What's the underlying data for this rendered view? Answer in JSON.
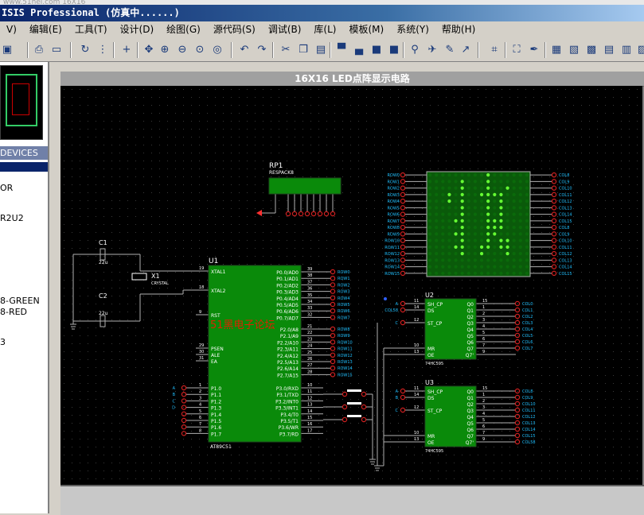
{
  "window": {
    "url_strip": "www.51hei.com 16X16",
    "title": "ISIS Professional (仿真中......)"
  },
  "menu": [
    {
      "label": "V)"
    },
    {
      "label": "编辑(E)"
    },
    {
      "label": "工具(T)"
    },
    {
      "label": "设计(D)"
    },
    {
      "label": "绘图(G)"
    },
    {
      "label": "源代码(S)"
    },
    {
      "label": "调试(B)"
    },
    {
      "label": "库(L)"
    },
    {
      "label": "模板(M)"
    },
    {
      "label": "系统(Y)"
    },
    {
      "label": "帮助(H)"
    }
  ],
  "devices_panel": {
    "header": "DEVICES",
    "items": [
      "OR",
      "R2U2",
      "8-GREEN",
      "8-RED",
      "3"
    ]
  },
  "canvas": {
    "title": "16X16 LED点阵显示电路",
    "watermark": "51黑电子论坛"
  },
  "schematic": {
    "rp1": {
      "ref": "RP1",
      "value": "RESPACK8"
    },
    "c1": {
      "ref": "C1",
      "value": "22u"
    },
    "c2": {
      "ref": "C2",
      "value": "22u"
    },
    "x1": {
      "ref": "X1",
      "value": "CRYSTAL"
    },
    "u1": {
      "ref": "U1",
      "part": "AT89C51",
      "left_pins": [
        {
          "num": "19",
          "name": "XTAL1"
        },
        {
          "num": "18",
          "name": "XTAL2"
        },
        {
          "num": "9",
          "name": "RST"
        },
        {
          "num": "29",
          "name": "PSEN"
        },
        {
          "num": "30",
          "name": "ALE"
        },
        {
          "num": "31",
          "name": "EA"
        }
      ],
      "p1_pins": [
        {
          "num": "1",
          "name": "P1.0",
          "net": "A"
        },
        {
          "num": "2",
          "name": "P1.1",
          "net": "B"
        },
        {
          "num": "3",
          "name": "P1.2",
          "net": "C"
        },
        {
          "num": "4",
          "name": "P1.3",
          "net": "D"
        },
        {
          "num": "5",
          "name": "P1.4",
          "net": ""
        },
        {
          "num": "6",
          "name": "P1.5",
          "net": ""
        },
        {
          "num": "7",
          "name": "P1.6",
          "net": ""
        },
        {
          "num": "8",
          "name": "P1.7",
          "net": ""
        }
      ],
      "p0_pins": [
        {
          "num": "39",
          "name": "P0.0/AD0",
          "net": "ROW0"
        },
        {
          "num": "38",
          "name": "P0.1/AD1",
          "net": "ROW1"
        },
        {
          "num": "37",
          "name": "P0.2/AD2",
          "net": "ROW2"
        },
        {
          "num": "36",
          "name": "P0.3/AD3",
          "net": "ROW3"
        },
        {
          "num": "35",
          "name": "P0.4/AD4",
          "net": "ROW4"
        },
        {
          "num": "34",
          "name": "P0.5/AD5",
          "net": "ROW5"
        },
        {
          "num": "33",
          "name": "P0.6/AD6",
          "net": "ROW6"
        },
        {
          "num": "32",
          "name": "P0.7/AD7",
          "net": "ROW7"
        }
      ],
      "p2_pins": [
        {
          "num": "21",
          "name": "P2.0/A8",
          "net": "ROW8"
        },
        {
          "num": "22",
          "name": "P2.1/A9",
          "net": "ROW9"
        },
        {
          "num": "23",
          "name": "P2.2/A10",
          "net": "ROW10"
        },
        {
          "num": "24",
          "name": "P2.3/A11",
          "net": "ROW11"
        },
        {
          "num": "25",
          "name": "P2.4/A12",
          "net": "ROW12"
        },
        {
          "num": "26",
          "name": "P2.5/A13",
          "net": "ROW13"
        },
        {
          "num": "27",
          "name": "P2.6/A14",
          "net": "ROW14"
        },
        {
          "num": "28",
          "name": "P2.7/A15",
          "net": "ROW15"
        }
      ],
      "p3_pins": [
        {
          "num": "10",
          "name": "P3.0/RXD"
        },
        {
          "num": "11",
          "name": "P3.1/TXD"
        },
        {
          "num": "12",
          "name": "P3.2/INT0"
        },
        {
          "num": "13",
          "name": "P3.3/INT1"
        },
        {
          "num": "14",
          "name": "P3.4/T0"
        },
        {
          "num": "15",
          "name": "P3.5/T1"
        },
        {
          "num": "16",
          "name": "P3.6/WR"
        },
        {
          "num": "17",
          "name": "P3.7/RD"
        }
      ]
    },
    "matrix": {
      "rows_left": [
        "ROW0",
        "ROW1",
        "ROW2",
        "ROW3",
        "ROW4",
        "ROW5",
        "ROW6",
        "ROW7",
        "ROW8",
        "ROW9",
        "ROW10",
        "ROW11",
        "ROW12",
        "ROW13",
        "ROW14",
        "ROW15"
      ],
      "cols_right": [
        "COL8",
        "COL9",
        "COL10",
        "COL11",
        "COL12",
        "COL13",
        "COL14",
        "COL15",
        "COL8",
        "COL9",
        "COL10",
        "COL11",
        "COL12",
        "COL13",
        "COL14",
        "COL15"
      ],
      "lit": [
        "0000000001000000",
        "0000010001000000",
        "0000010001001000",
        "0001010011110000",
        "0001010001010000",
        "0000010001010000",
        "0000010001010000",
        "0000110001110000",
        "0000010001110000",
        "0000110001100000",
        "0000010001011000",
        "0000110011011000",
        "0000010010001000",
        "0000000000000000",
        "0000000000000000",
        "0000000000000000"
      ]
    },
    "u2": {
      "ref": "U2",
      "part": "74HC595",
      "nets_in": [
        "A",
        "COL58",
        "C"
      ],
      "left_pins": [
        {
          "num": "11",
          "name": "SH_CP"
        },
        {
          "num": "14",
          "name": "DS"
        },
        {
          "num": "12",
          "name": "ST_CP"
        },
        {
          "num": "10",
          "name": "MR"
        },
        {
          "num": "13",
          "name": "OE"
        }
      ],
      "right_pins": [
        {
          "num": "15",
          "name": "Q0",
          "net": "COL0"
        },
        {
          "num": "1",
          "name": "Q1",
          "net": "COL1"
        },
        {
          "num": "2",
          "name": "Q2",
          "net": "COL2"
        },
        {
          "num": "3",
          "name": "Q3",
          "net": "COL3"
        },
        {
          "num": "4",
          "name": "Q4",
          "net": "COL4"
        },
        {
          "num": "5",
          "name": "Q5",
          "net": "COL5"
        },
        {
          "num": "6",
          "name": "Q6",
          "net": "COL6"
        },
        {
          "num": "7",
          "name": "Q7",
          "net": "COL7"
        },
        {
          "num": "9",
          "name": "Q7'",
          "net": ""
        }
      ]
    },
    "u3": {
      "ref": "U3",
      "part": "74HC595",
      "nets_in": [
        "A",
        "B",
        "C"
      ],
      "left_pins": [
        {
          "num": "11",
          "name": "SH_CP"
        },
        {
          "num": "14",
          "name": "DS"
        },
        {
          "num": "12",
          "name": "ST_CP"
        },
        {
          "num": "10",
          "name": "MR"
        },
        {
          "num": "13",
          "name": "OE"
        }
      ],
      "right_pins": [
        {
          "num": "15",
          "name": "Q0",
          "net": "COL8"
        },
        {
          "num": "1",
          "name": "Q1",
          "net": "COL9"
        },
        {
          "num": "2",
          "name": "Q2",
          "net": "COL10"
        },
        {
          "num": "3",
          "name": "Q3",
          "net": "COL11"
        },
        {
          "num": "4",
          "name": "Q4",
          "net": "COL12"
        },
        {
          "num": "5",
          "name": "Q5",
          "net": "COL13"
        },
        {
          "num": "6",
          "name": "Q6",
          "net": "COL14"
        },
        {
          "num": "7",
          "name": "Q7",
          "net": "COL15"
        },
        {
          "num": "9",
          "name": "Q7'",
          "net": "COL58"
        }
      ]
    }
  },
  "colors": {
    "chip_fill": "#0a8a0a",
    "chip_border": "#1f4f1f",
    "wire": "#b0b0b0",
    "net_label": "#20c0ff",
    "pin_text": "#ffffff",
    "pin_dot": "#d02020",
    "led_on": "#66ff33",
    "led_off": "#0a6a0a",
    "watermark": "#dd2200",
    "canvas_bg": "#000000",
    "grid_dot": "#3a3a3a"
  }
}
